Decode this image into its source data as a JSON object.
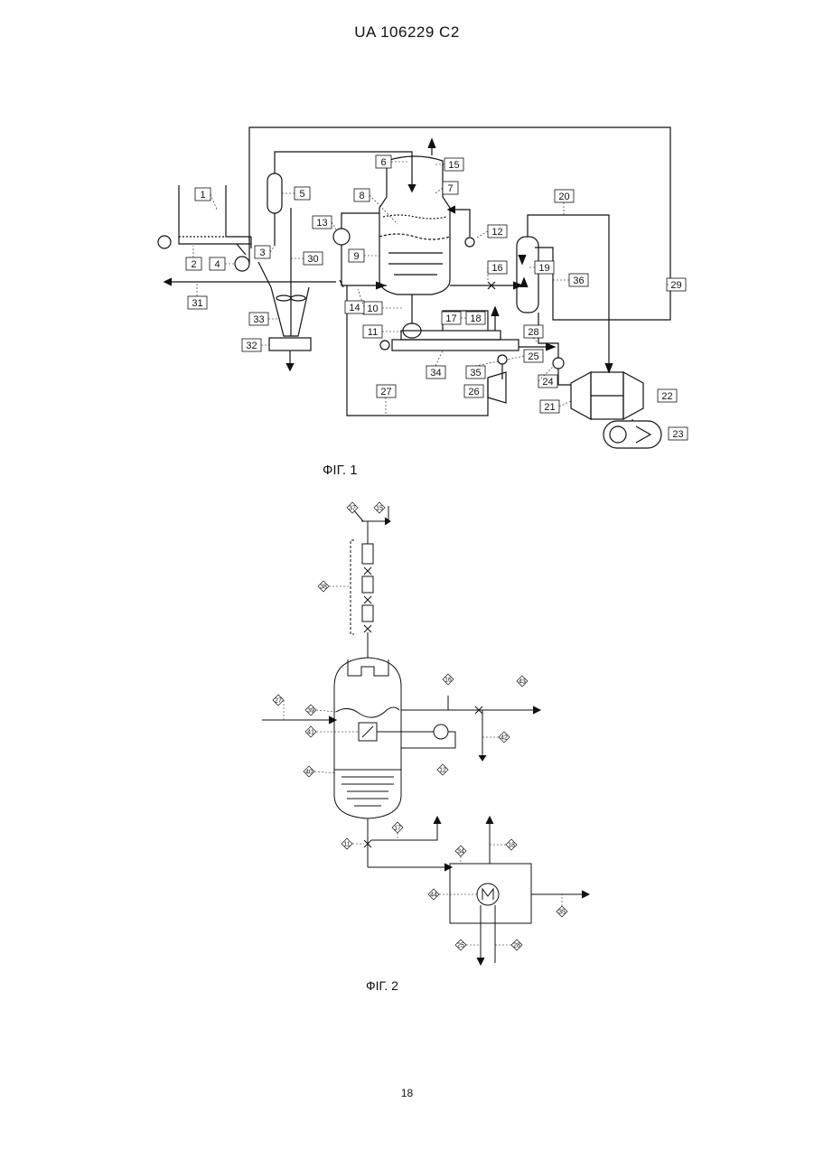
{
  "header": {
    "doc_id": "UA   106229   C2"
  },
  "figure1": {
    "caption": "ФІГ. 1",
    "labels": [
      "1",
      "2",
      "3",
      "4",
      "5",
      "6",
      "7",
      "8",
      "9",
      "10",
      "11",
      "12",
      "13",
      "14",
      "15",
      "16",
      "17",
      "18",
      "19",
      "20",
      "21",
      "22",
      "23",
      "24",
      "25",
      "26",
      "27",
      "28",
      "29",
      "30",
      "31",
      "32",
      "33",
      "34",
      "35",
      "36"
    ]
  },
  "figure2": {
    "caption": "ФІГ. 2",
    "labels": [
      "37",
      "15",
      "38",
      "16",
      "43",
      "27",
      "39",
      "41",
      "42",
      "12",
      "40",
      "11",
      "17",
      "34",
      "18",
      "44",
      "35",
      "25",
      "28"
    ]
  },
  "footer": {
    "page_number": "18"
  }
}
